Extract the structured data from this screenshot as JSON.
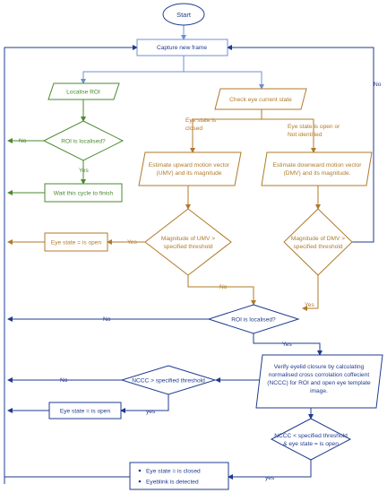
{
  "nodes": {
    "start": "Start",
    "capture": "Capture new frame",
    "localise": "Localise ROI",
    "roi_localised_1": "ROI is localised?",
    "wait": "Wait this cycle to finish",
    "check_state": "Check eye current state",
    "estimate_umv": [
      "Estimate upward motion vector",
      "(UMV) and its magnitude"
    ],
    "estimate_dmv": [
      "Estimate downward motion vector",
      "(DMV) and its magnitude."
    ],
    "umv_threshold": [
      "Magnitude of UMV >",
      "specified threshold"
    ],
    "dmv_threshold": [
      "Magnitude of DMV >",
      "specified threshold"
    ],
    "state_open_1": "Eye state = is open",
    "roi_localised_2": "ROI is localised?",
    "verify": [
      "Verify eyelid closure by calculating",
      "normalised cross corrolation coffecient",
      "(NCCC) for ROI and open eye template",
      "image."
    ],
    "nccc_threshold": "NCCC > specified threshold",
    "state_open_2": "Eye state = is open",
    "nccc_combined": [
      "NCCC < specified threshold",
      "& eye state = is open"
    ],
    "result": [
      "Eye state = is closed",
      "Eyeblink is detected"
    ]
  },
  "edge_labels": {
    "no_roi1": "No",
    "yes_roi1": "Yes",
    "eye_closed": [
      "Eye state is",
      "closed"
    ],
    "eye_open_or_unknown": [
      "Eye state is open or",
      "Not identified"
    ],
    "no_right_loop": "No",
    "yes_umv": "Yes",
    "no_umv": "No",
    "yes_dmv": "Yes",
    "no_roi2": "No",
    "yes_roi2": "Yes",
    "no_nccc": "No",
    "yes_nccc": "yes",
    "yes_combined": "yes"
  },
  "colors": {
    "blue": "#1f3b8f",
    "arrow_blue": "#6f8fd0",
    "green": "#4a8a2e",
    "orange": "#b07a2a"
  }
}
